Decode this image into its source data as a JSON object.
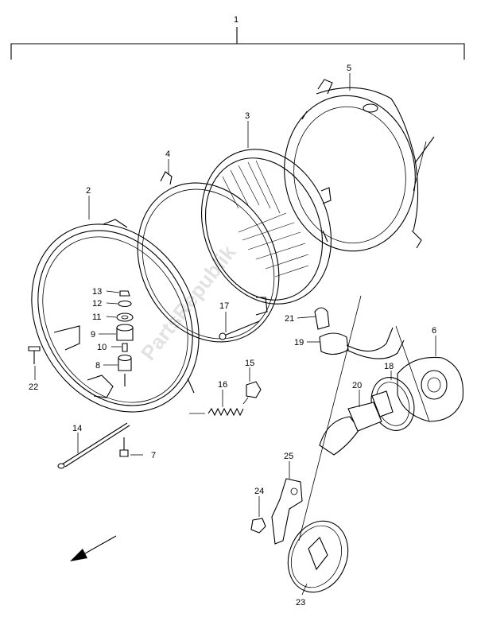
{
  "diagram": {
    "watermark": "PartsRepublik",
    "callouts": {
      "c1": "1",
      "c2": "2",
      "c3": "3",
      "c4": "4",
      "c5": "5",
      "c6": "6",
      "c7": "7",
      "c8": "8",
      "c9": "9",
      "c10": "10",
      "c11": "11",
      "c12": "12",
      "c13": "13",
      "c14": "14",
      "c15": "15",
      "c16": "16",
      "c17": "17",
      "c18": "18",
      "c19": "19",
      "c20": "20",
      "c21": "21",
      "c22": "22",
      "c23": "23",
      "c24": "24",
      "c25": "25"
    }
  }
}
